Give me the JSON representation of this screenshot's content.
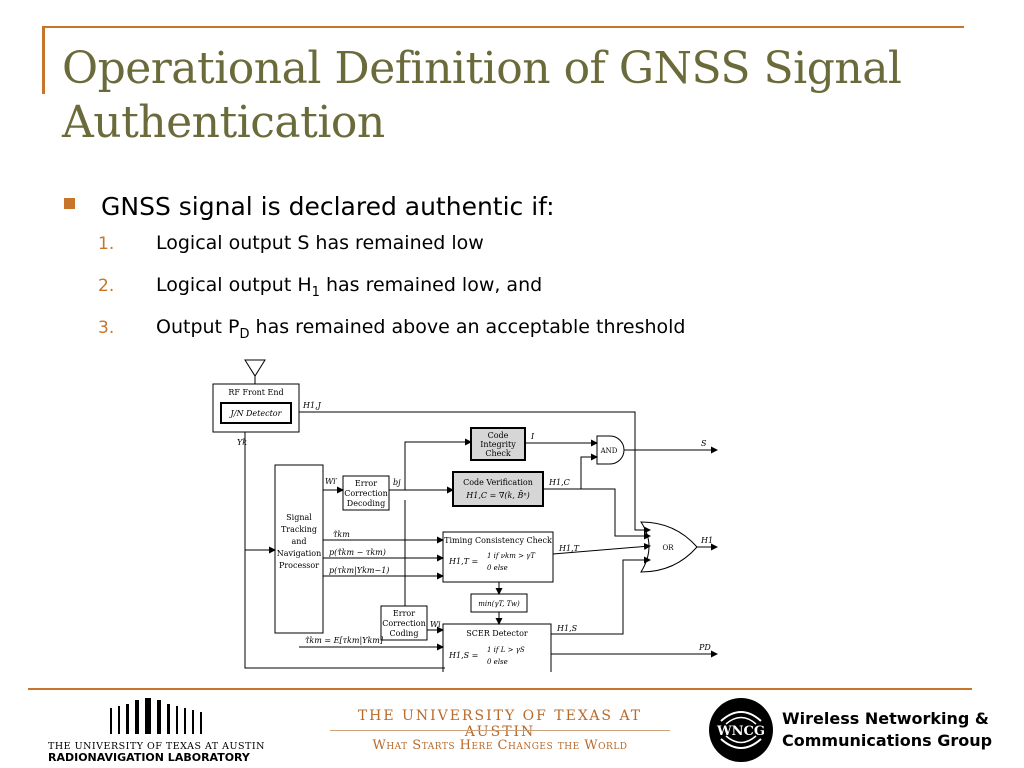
{
  "title": "Operational Definition of GNSS Signal Authentication",
  "bullet": "GNSS signal is declared authentic if:",
  "conditions": [
    {
      "number": "1.",
      "text_before": "Logical output S has remained low",
      "subscript": "",
      "text_after": ""
    },
    {
      "number": "2.",
      "text_before": "Logical output H",
      "subscript": "1",
      "text_after": " has remained low, and"
    },
    {
      "number": "3.",
      "text_before": "Output P",
      "subscript": "D",
      "text_after": " has remained above an acceptable threshold"
    }
  ],
  "diagram": {
    "rf_front_end": "RF Front End",
    "jn_detector": "J/N Detector",
    "h1j": "H1,J",
    "yk": "Yk",
    "signal_tracking": [
      "Signal",
      "Tracking",
      "and",
      "Navigation",
      "Processor"
    ],
    "wi_prime": "Wi′",
    "error_correction_decoding": [
      "Error",
      "Correction",
      "Decoding"
    ],
    "bj": "bj",
    "code_integrity": [
      "Code",
      "Integrity",
      "Check"
    ],
    "i_label": "I",
    "and_gate": "AND",
    "s_label": "S",
    "code_verification": "Code Verification",
    "h1c_formula": "H1,C = ∇(k, B̄ⁿ)",
    "h1c": "H1,C",
    "tau_hat": "τ̂km",
    "p_diff": "p(τ̂km − τkm)",
    "p_cond": "p(τkm|Ykm−1)",
    "timing_check": "Timing Consistency Check",
    "h1t_formula": "H1,T =",
    "h1t_case1": "1   if νkm > γT",
    "h1t_case2": "0   else",
    "h1t": "H1,T",
    "or_gate": "OR",
    "h1": "H1",
    "min_box": "min(γT, Tw)",
    "error_correction_coding": [
      "Error",
      "Correction",
      "Coding"
    ],
    "wi": "Wi",
    "scer_detector": "SCER Detector",
    "h1s_formula": "H1,S =",
    "h1s_case1": "1   if L > γS",
    "h1s_case2": "0   else",
    "h1s": "H1,S",
    "tau_hat_expect": "τ̂km = E[τkm|Ykm]",
    "pd": "PD"
  },
  "footer": {
    "ut_rnl_line1": "THE UNIVERSITY OF TEXAS AT AUSTIN",
    "ut_rnl_line2": "RADIONAVIGATION LABORATORY",
    "ut_name": "THE UNIVERSITY OF TEXAS AT AUSTIN",
    "ut_motto": "What Starts Here Changes the World",
    "wncg_mark": "WNCG",
    "wncg_line1": "Wireless Networking &",
    "wncg_line2": "Communications Group"
  },
  "colors": {
    "accent": "#c8742a",
    "title": "#6b6a3a",
    "gray_box": "#d6d6d6"
  }
}
